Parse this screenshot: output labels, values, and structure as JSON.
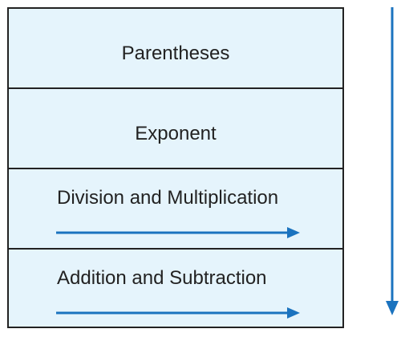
{
  "diagram": {
    "steps": [
      {
        "label": "Parentheses"
      },
      {
        "label": "Exponent"
      },
      {
        "label": "Division and Multiplication"
      },
      {
        "label": "Addition and Subtraction"
      }
    ],
    "colors": {
      "box_fill": "#e5f4fc",
      "border": "#222222",
      "arrow": "#1b73bf",
      "text": "#222222"
    },
    "icons": {
      "row_arrow": "right-arrow-icon",
      "order_arrow": "down-arrow-icon"
    }
  }
}
